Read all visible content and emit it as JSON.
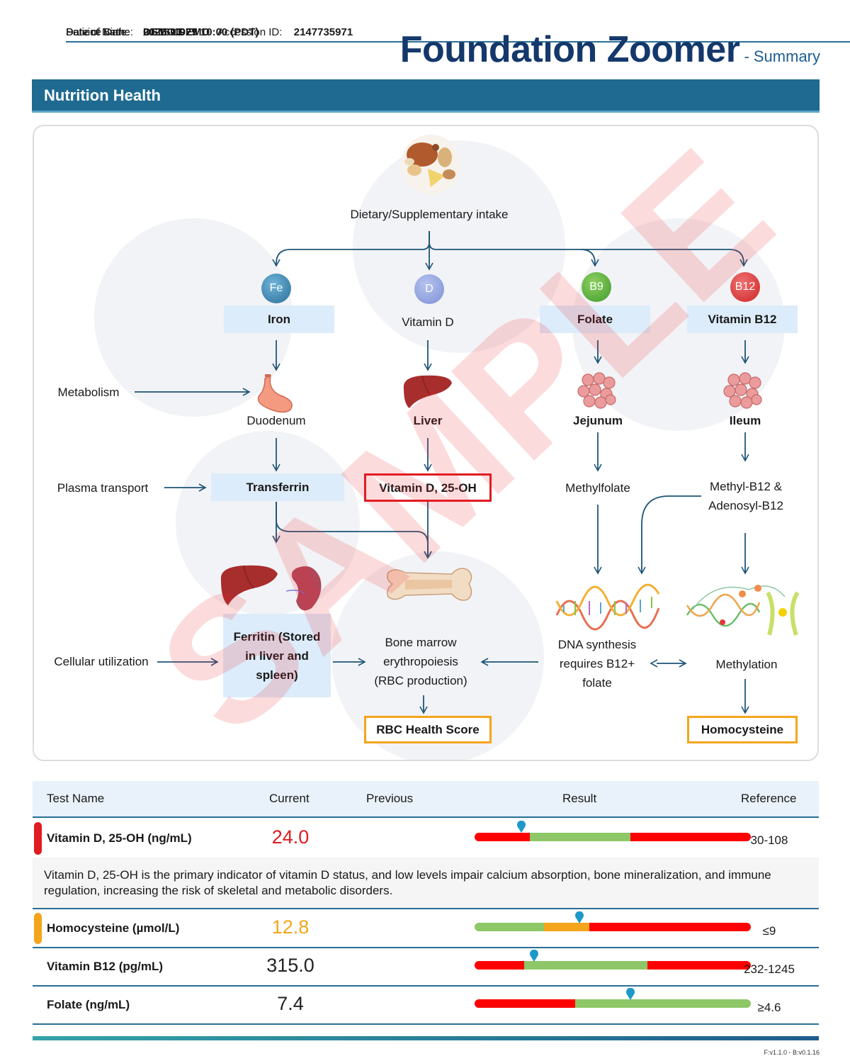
{
  "patient": {
    "name_label": "Patient Name:",
    "name_value": "DEMO DEMO",
    "dob_label": "Date of Birth:",
    "dob_value": "01-16-1977",
    "accession_label": "Accession ID:",
    "accession_value": "2147735971",
    "service_label": "Service Date:",
    "service_value": "2026-03-29 10:00 (PDT)"
  },
  "brand": {
    "title": "Foundation Zoomer",
    "subtitle": "- Summary"
  },
  "section": {
    "title": "Nutrition Health"
  },
  "diagram": {
    "intake": "Dietary/Supplementary intake",
    "nutrients": {
      "fe_badge": "Fe",
      "iron": "Iron",
      "d_badge": "D",
      "vitd": "Vitamin D",
      "b9_badge": "B9",
      "folate": "Folate",
      "b12_badge": "B12",
      "vitb12": "Vitamin B12"
    },
    "rows": {
      "metabolism": "Metabolism",
      "plasma_transport": "Plasma transport",
      "cellular_utilization": "Cellular utilization"
    },
    "organs": {
      "duodenum": "Duodenum",
      "liver": "Liver",
      "jejunum": "Jejunum",
      "ileum": "Ileum"
    },
    "transport": {
      "transferrin": "Transferrin",
      "vitd25": "Vitamin D, 25-OH",
      "methylfolate": "Methylfolate",
      "methylb12": "Methyl-B12 & Adenosyl-B12"
    },
    "utilization": {
      "ferritin": "Ferritin (Stored in liver and spleen)",
      "bone_marrow": "Bone marrow erythropoiesis (RBC production)",
      "dna": "DNA synthesis requires B12+ folate",
      "methylation": "Methylation"
    },
    "outcomes": {
      "rbc": "RBC Health Score",
      "homocysteine": "Homocysteine"
    }
  },
  "watermark": "SAMPLE",
  "table": {
    "headers": {
      "test_name": "Test Name",
      "current": "Current",
      "previous": "Previous",
      "result": "Result",
      "reference": "Reference"
    },
    "rows": [
      {
        "name": "Vitamin D, 25-OH (ng/mL)",
        "current": "24.0",
        "previous": "",
        "reference": "30-108",
        "flag_color": "#e01b22",
        "value_color": "#e01b22",
        "marker_pct": 17,
        "segments": [
          {
            "color": "#ff0000",
            "pct": 20
          },
          {
            "color": "#8dc767",
            "pct": 36.5
          },
          {
            "color": "#ff0000",
            "pct": 43.5
          }
        ]
      },
      {
        "name": "Homocysteine (µmol/L)",
        "current": "12.8",
        "previous": "",
        "reference": "≤9",
        "flag_color": "#f4a51c",
        "value_color": "#f4a51c",
        "marker_pct": 38,
        "segments": [
          {
            "color": "#8dc767",
            "pct": 25
          },
          {
            "color": "#f4a51c",
            "pct": 16.5
          },
          {
            "color": "#ff0000",
            "pct": 58.5
          }
        ]
      },
      {
        "name": "Vitamin B12 (pg/mL)",
        "current": "315.0",
        "previous": "",
        "reference": "232-1245",
        "flag_color": "",
        "value_color": "#222222",
        "marker_pct": 21.5,
        "segments": [
          {
            "color": "#ff0000",
            "pct": 18
          },
          {
            "color": "#8dc767",
            "pct": 44.5
          },
          {
            "color": "#ff0000",
            "pct": 37.5
          }
        ]
      },
      {
        "name": "Folate (ng/mL)",
        "current": "7.4",
        "previous": "",
        "reference": "≥4.6",
        "flag_color": "",
        "value_color": "#222222",
        "marker_pct": 56.5,
        "segments": [
          {
            "color": "#ff0000",
            "pct": 36.5
          },
          {
            "color": "#8dc767",
            "pct": 63.5
          }
        ]
      }
    ],
    "description": "Vitamin D, 25-OH is the primary indicator of vitamin D status, and low levels impair calcium absorption, bone mineralization, and immune regulation, increasing the risk of skeletal and metabolic disorders."
  },
  "footer": {
    "version": "F:v1.1.0 - B:v0.1.16"
  },
  "colors": {
    "brand": "#14386b",
    "section_bar": "#1e6a91",
    "arrow": "#1d5577",
    "red_flag": "#e01b22",
    "orange_flag": "#f4a51c",
    "normal": "#8dc767"
  }
}
